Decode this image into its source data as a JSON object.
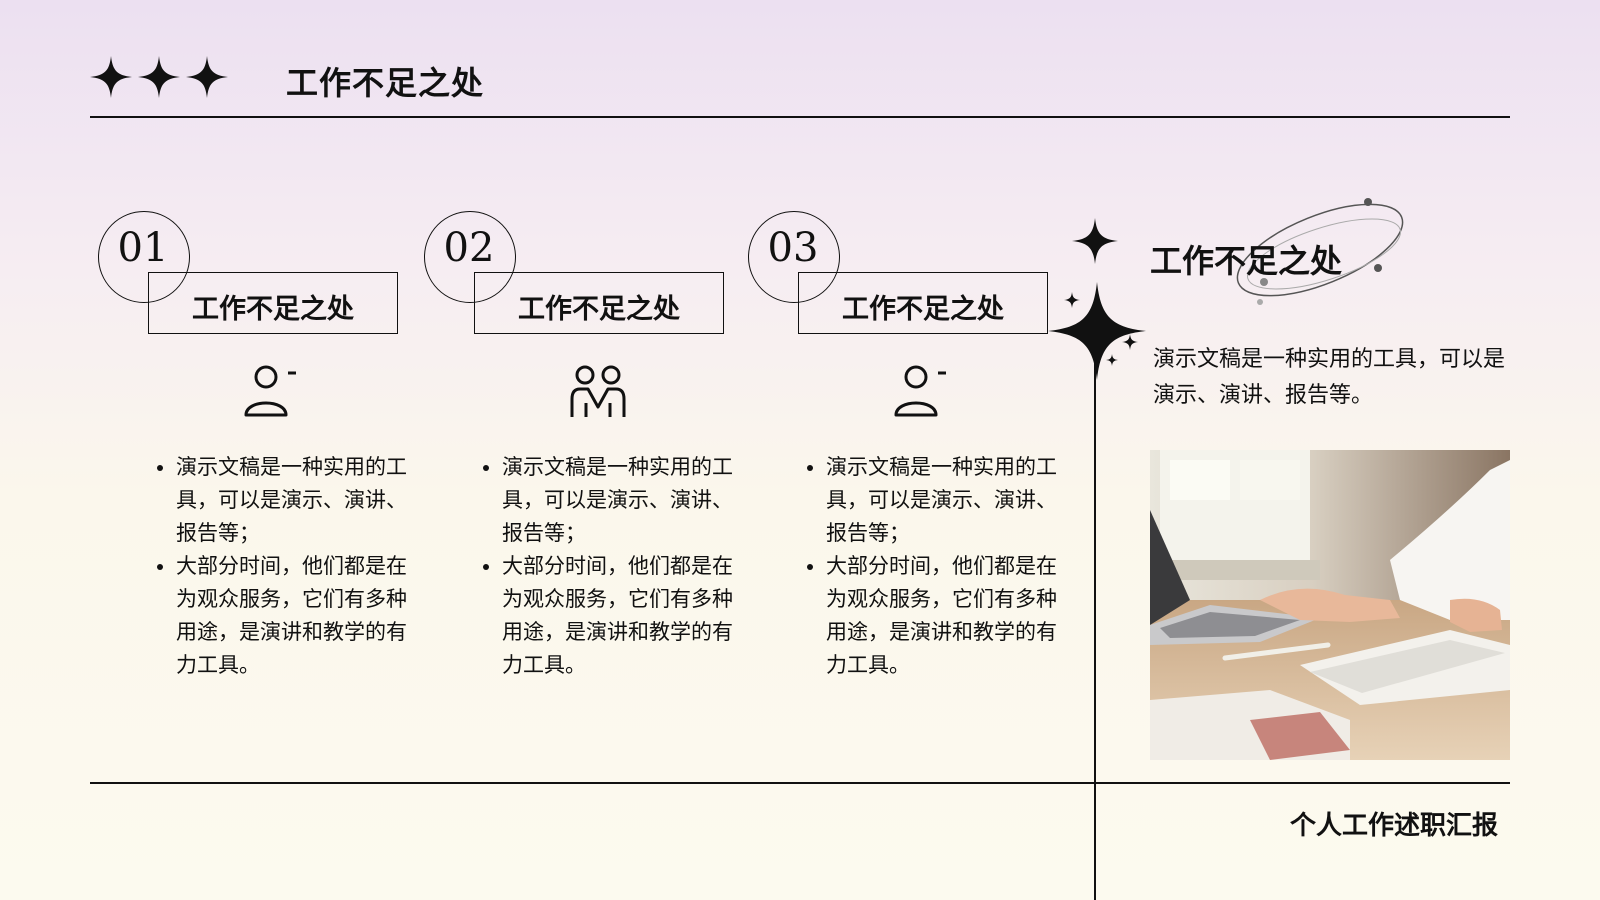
{
  "header": {
    "title": "工作不足之处",
    "icon": "sparkle-star-icon"
  },
  "cards": [
    {
      "number": "01",
      "title": "工作不足之处",
      "icon": "person-icon",
      "bullets": [
        "演示文稿是一种实用的工具，可以是演示、演讲、报告等；",
        "大部分时间，他们都是在为观众服务，它们有多种用途，是演讲和教学的有力工具。"
      ]
    },
    {
      "number": "02",
      "title": "工作不足之处",
      "icon": "two-people-icon",
      "bullets": [
        "演示文稿是一种实用的工具，可以是演示、演讲、报告等；",
        "大部分时间，他们都是在为观众服务，它们有多种用途，是演讲和教学的有力工具。"
      ]
    },
    {
      "number": "03",
      "title": "工作不足之处",
      "icon": "person-icon",
      "bullets": [
        "演示文稿是一种实用的工具，可以是演示、演讲、报告等；",
        "大部分时间，他们都是在为观众服务，它们有多种用途，是演讲和教学的有力工具。"
      ]
    }
  ],
  "side": {
    "title": "工作不足之处",
    "description": "演示文稿是一种实用的工具，可以是演示、演讲、报告等。",
    "photo": "laptop-work-photo"
  },
  "footer": {
    "label": "个人工作述职汇报"
  },
  "colors": {
    "ink": "#111111",
    "bg_top": "#ece0f1",
    "bg_bottom": "#fcfaef"
  }
}
